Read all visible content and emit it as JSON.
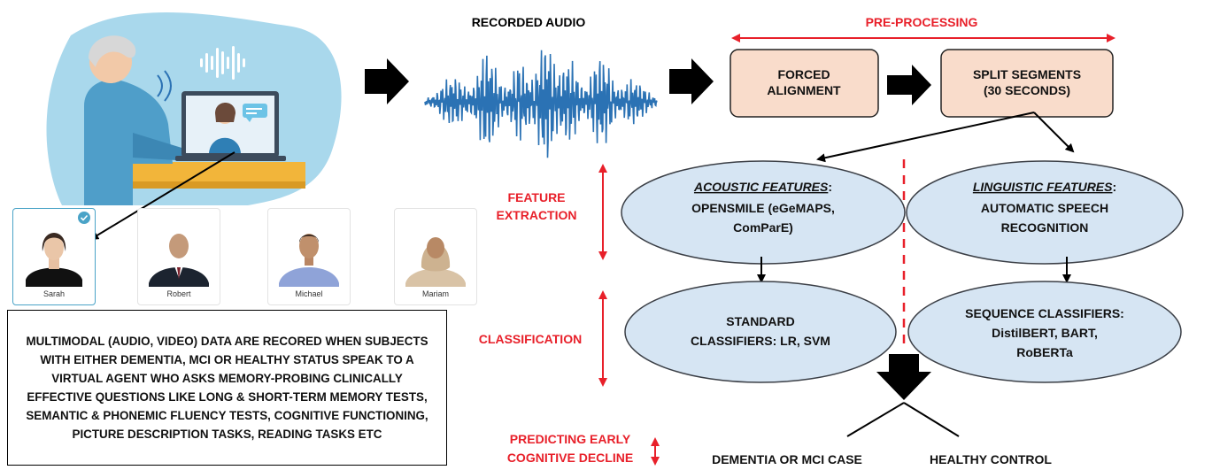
{
  "recorded_audio_label": "RECORDED AUDIO",
  "preprocessing_label": "PRE-PROCESSING",
  "forced_alignment": {
    "line1": "FORCED",
    "line2": "ALIGNMENT"
  },
  "split_segments": {
    "line1": "SPLIT SEGMENTS",
    "line2": "(30 SECONDS)"
  },
  "feature_extraction": {
    "line1": "FEATURE",
    "line2": "EXTRACTION"
  },
  "classification_label": "CLASSIFICATION",
  "predicting": {
    "line1": "PREDICTING EARLY",
    "line2": "COGNITIVE DECLINE"
  },
  "acoustic": {
    "title": "ACOUSTIC FEATURES",
    "colon": ":",
    "line2": "OPENSMILE (eGeMAPS,",
    "line3": "ComParE)"
  },
  "linguistic": {
    "title": "LINGUISTIC FEATURES",
    "colon": ":",
    "line2": "AUTOMATIC SPEECH",
    "line3": "RECOGNITION"
  },
  "standard_classifiers": {
    "line1": "STANDARD",
    "line2": "CLASSIFIERS: LR, SVM"
  },
  "sequence_classifiers": {
    "line1": "SEQUENCE CLASSIFIERS:",
    "line2": "DistilBERT, BART,",
    "line3": "RoBERTa"
  },
  "outcomes": {
    "left": "DEMENTIA OR MCI CASE",
    "right": "HEALTHY CONTROL"
  },
  "avatars": [
    {
      "name": "Sarah",
      "selected": true
    },
    {
      "name": "Robert",
      "selected": false
    },
    {
      "name": "Michael",
      "selected": false
    },
    {
      "name": "Mariam",
      "selected": false
    }
  ],
  "description": "MULTIMODAL (AUDIO, VIDEO) DATA ARE RECORED WHEN SUBJECTS WITH EITHER DEMENTIA, MCI OR HEALTHY STATUS SPEAK TO A VIRTUAL AGENT WHO ASKS MEMORY-PROBING CLINICALLY EFFECTIVE QUESTIONS LIKE LONG & SHORT-TERM MEMORY TESTS, SEMANTIC & PHONEMIC FLUENCY TESTS, COGNITIVE FUNCTIONING, PICTURE DESCRIPTION TASKS, READING TASKS ETC",
  "colors": {
    "red": "#e8202a",
    "box_fill": "#f9dccb",
    "ellipse_fill": "#d6e5f3",
    "ellipse_stroke": "#3b3f46",
    "waveform": "#2b72b4",
    "blob": "#a9d8ec",
    "avatar_check": "#4aa3c7"
  }
}
